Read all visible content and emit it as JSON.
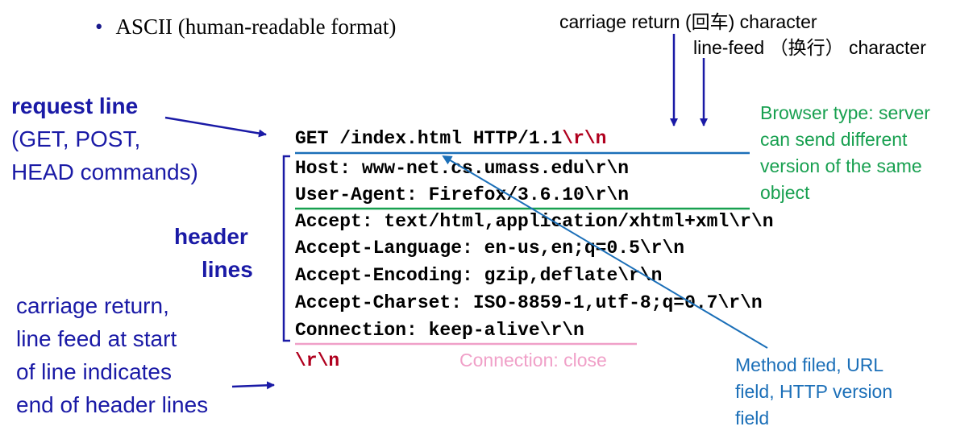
{
  "bullet": {
    "symbol": "•",
    "text": "ASCII (human-readable format)"
  },
  "annotations": {
    "carriage_return": "carriage return (回车) character",
    "line_feed": "line-feed （换行） character",
    "request_line_title": "request line",
    "request_line_sub": [
      "(GET, POST,",
      "HEAD commands)"
    ],
    "header_lines": [
      "header",
      "lines"
    ],
    "crlf_note": [
      "carriage return,",
      "line feed at start",
      "of line indicates",
      "end of header lines"
    ],
    "browser_type": [
      "Browser type: server",
      "can send different",
      "version of the same",
      "object"
    ],
    "method_field": [
      "Method filed, URL",
      "field, HTTP version",
      "field"
    ],
    "connection_close": "Connection: close"
  },
  "request": {
    "request_line": {
      "text": "GET /index.html HTTP/1.1",
      "cr": "\\r",
      "lf": "\\n"
    },
    "headers": [
      "Host: www-net.cs.umass.edu\\r\\n",
      "User-Agent: Firefox/3.6.10\\r\\n",
      "Accept: text/html,application/xhtml+xml\\r\\n",
      "Accept-Language: en-us,en;q=0.5\\r\\n",
      "Accept-Encoding: gzip,deflate\\r\\n",
      "Accept-Charset: ISO-8859-1,utf-8;q=0.7\\r\\n",
      "Connection: keep-alive\\r\\n"
    ],
    "end_line": "\\r\\n"
  },
  "colors": {
    "navy": "#1a1aa6",
    "green": "#18a050",
    "blue_arrow": "#1b6fb8",
    "pink": "#f0a0c8",
    "crlf_red": "#b0001e"
  }
}
